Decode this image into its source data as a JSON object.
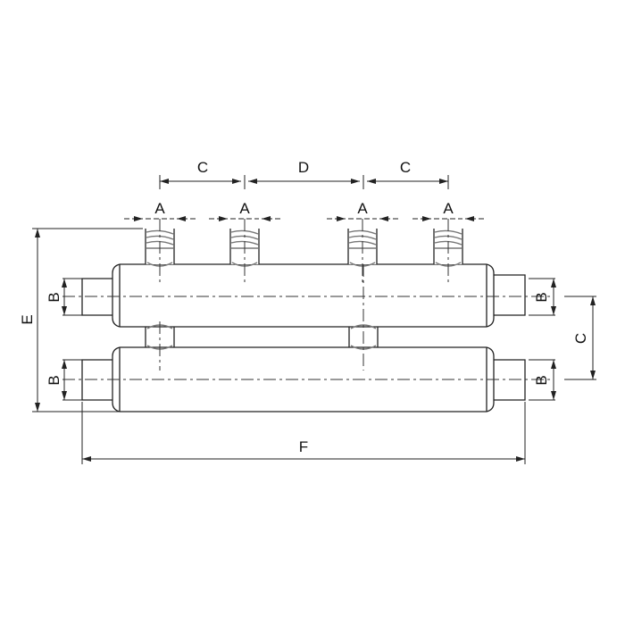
{
  "labels": {
    "a": "A",
    "b": "B",
    "c": "C",
    "d": "D",
    "e": "E",
    "f": "F"
  },
  "colors": {
    "line": "#222222",
    "background": "#ffffff"
  }
}
